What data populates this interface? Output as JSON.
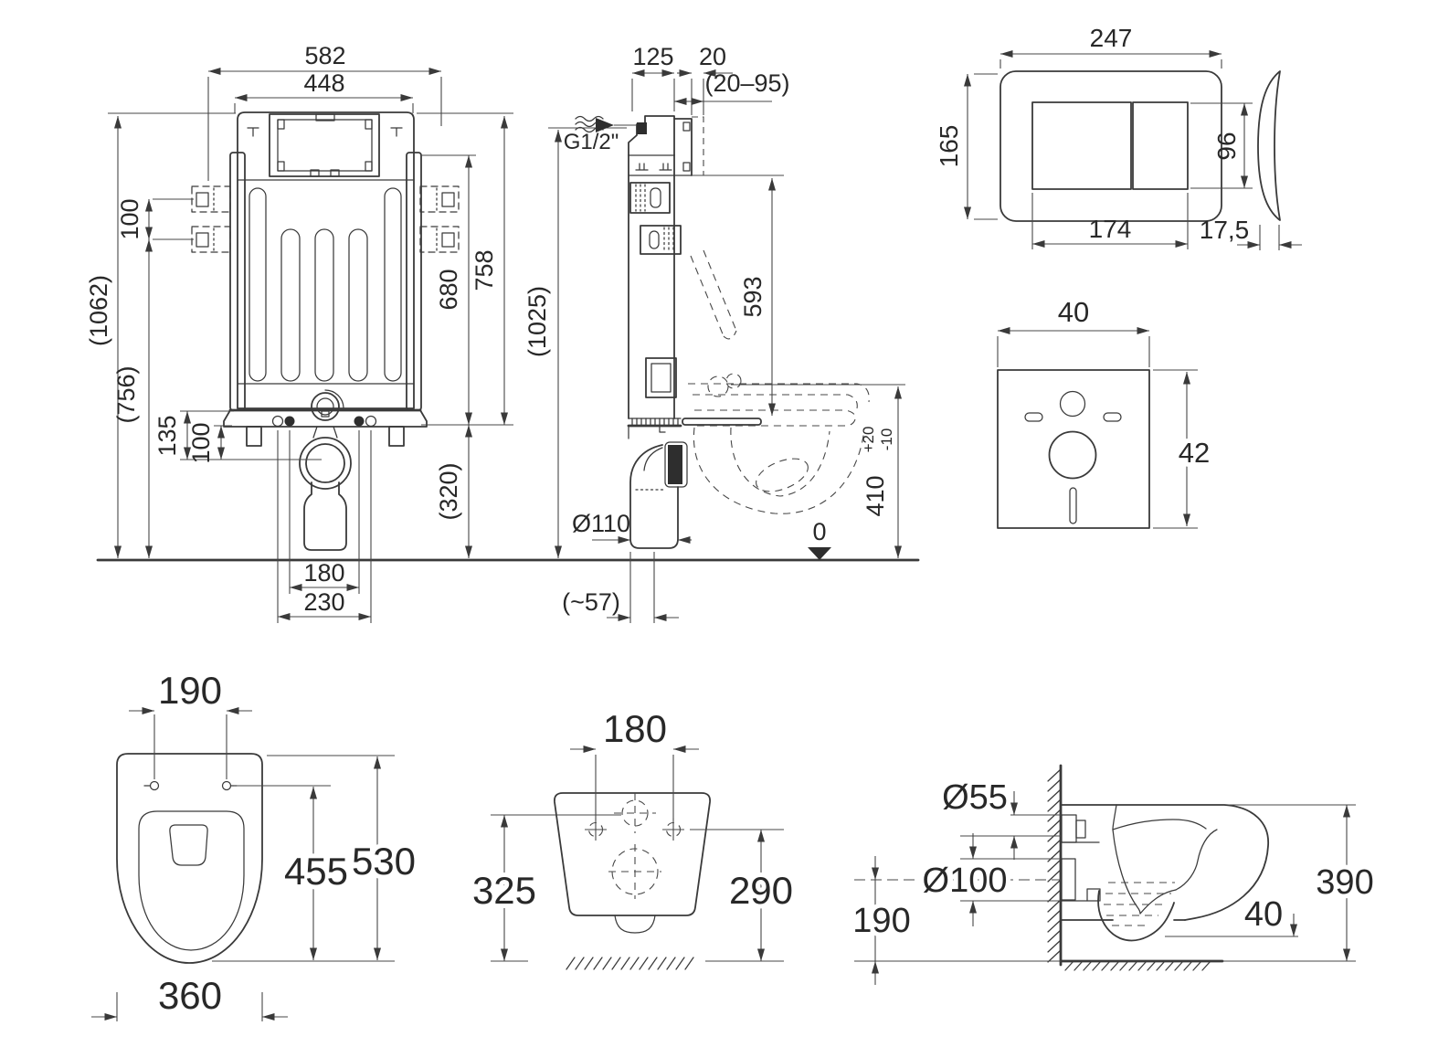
{
  "drawing": {
    "front": {
      "w582": "582",
      "w448": "448",
      "s100": "100",
      "h1062": "(1062)",
      "h756": "(756)",
      "h135": "135",
      "h100": "100",
      "h680": "680",
      "h758": "758",
      "h320": "(320)",
      "w180": "180",
      "w230": "230"
    },
    "side": {
      "d125": "125",
      "d20": "20",
      "range": "(20–95)",
      "inlet": "G1/2\"",
      "h593": "593",
      "h1025": "(1025)",
      "h410": "410",
      "tol_plus": "+20",
      "tol_minus": "-10",
      "dia110": "Ø110",
      "d57": "(~57)",
      "zero": "0"
    },
    "plate": {
      "w247": "247",
      "h165": "165",
      "w174": "174",
      "h96": "96",
      "t175": "17,5"
    },
    "pad": {
      "w40": "40",
      "h42": "42"
    },
    "bowl_top": {
      "s190": "190",
      "d455": "455",
      "l530": "530",
      "w360": "360"
    },
    "bowl_back": {
      "s180": "180",
      "h325": "325",
      "h290": "290"
    },
    "bowl_side": {
      "dia55": "Ø55",
      "dia100": "Ø100",
      "h190": "190",
      "h390": "390",
      "d40": "40"
    }
  }
}
